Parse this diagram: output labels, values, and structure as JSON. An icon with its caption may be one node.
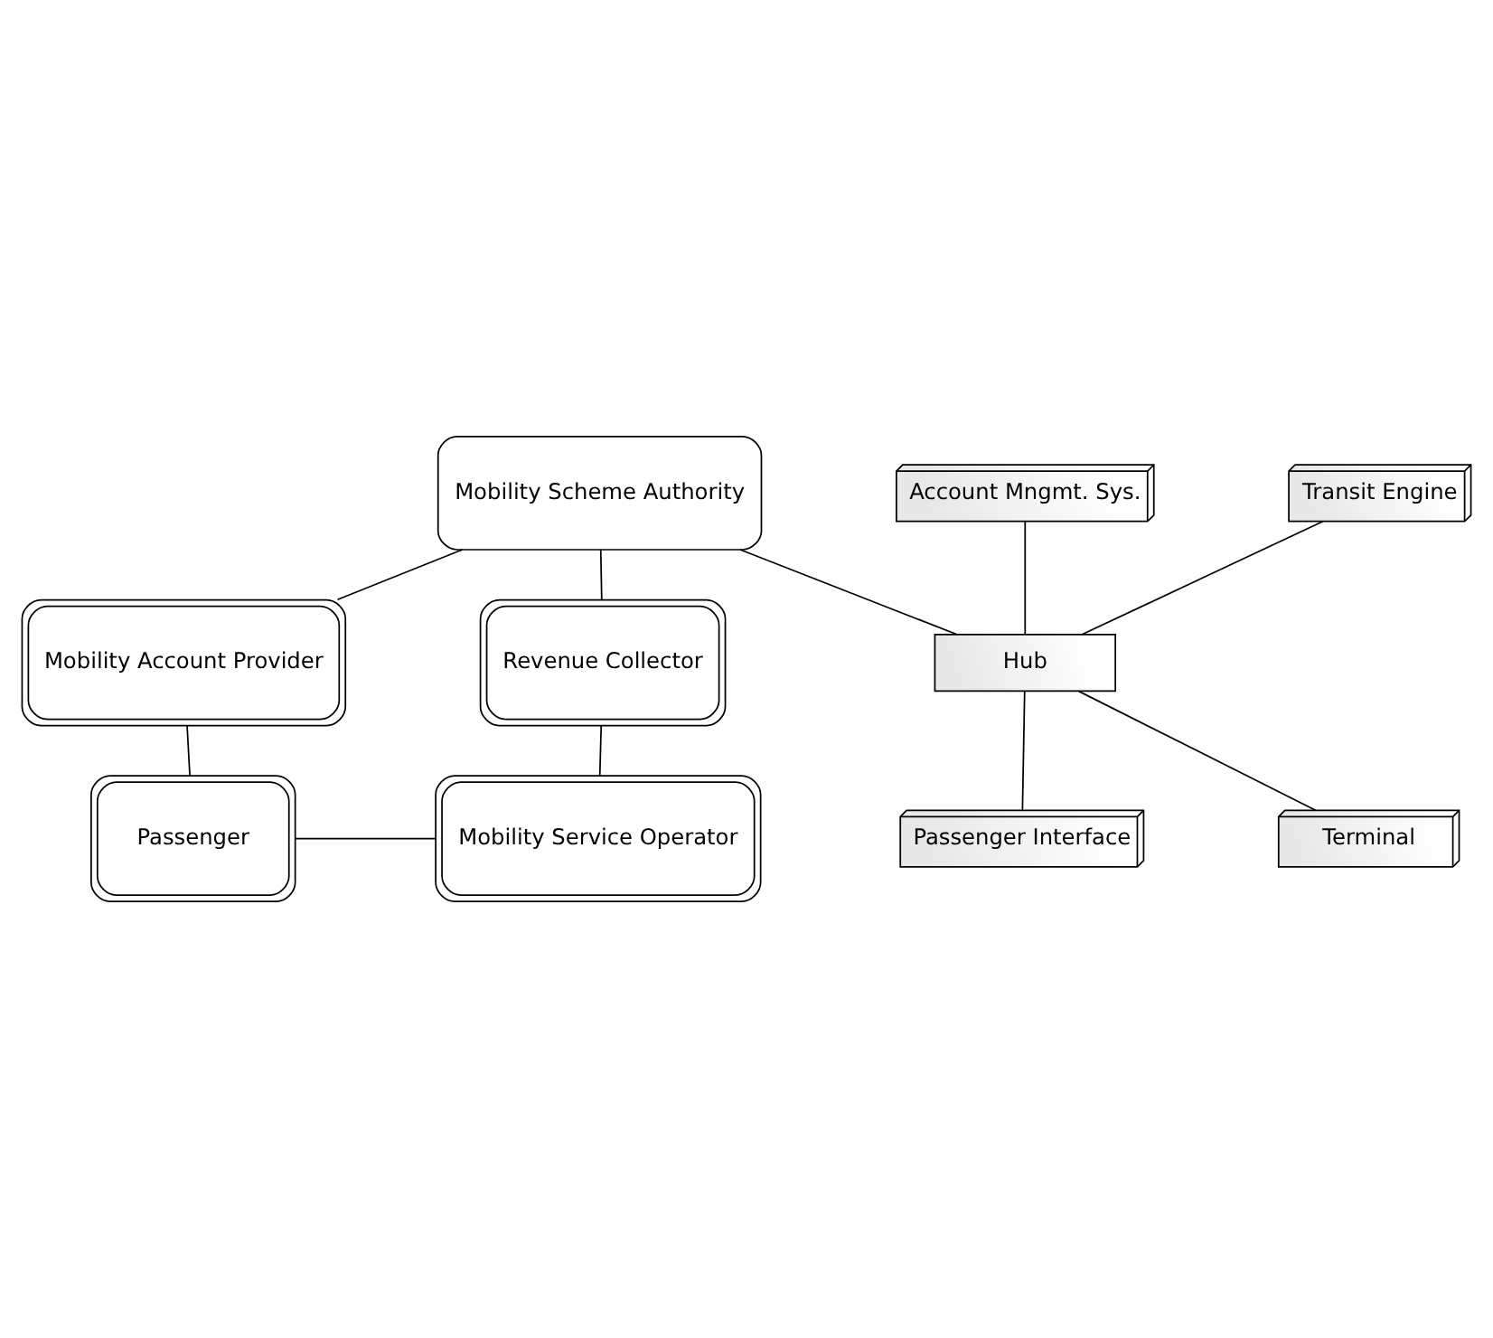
{
  "diagram": {
    "nodes": [
      {
        "text": [
          "Mobility Scheme Authority"
        ]
      },
      {
        "text": [
          "Mobility Account Provider"
        ]
      },
      {
        "text": [
          "Revenue Collector"
        ]
      },
      {
        "text": [
          "Account Mngmt. Sys."
        ]
      },
      {
        "text": [
          "Transit Engine"
        ]
      },
      {
        "text": [
          "Hub"
        ]
      },
      {
        "text": [
          "Passenger Interface"
        ]
      },
      {
        "text": [
          "Terminal"
        ]
      },
      {
        "text": [
          "Passenger"
        ]
      },
      {
        "text": [
          "Mobility Service Operator"
        ]
      }
    ],
    "edges": [
      {
        "from": 0,
        "to": 1,
        "arrow": "none"
      },
      {
        "from": 0,
        "to": 5,
        "arrow": "none"
      },
      {
        "from": 0,
        "to": 2,
        "arrow": "none"
      },
      {
        "from": 1,
        "to": 8,
        "arrow": "none"
      },
      {
        "from": 2,
        "to": 9,
        "arrow": "none"
      },
      {
        "from": 3,
        "to": 5,
        "arrow": "none"
      },
      {
        "from": 4,
        "to": 5,
        "arrow": "none"
      },
      {
        "from": 5,
        "to": 6,
        "arrow": "none"
      },
      {
        "from": 5,
        "to": 7,
        "arrow": "none"
      },
      {
        "from": 8,
        "to": 9,
        "arrow": "none"
      }
    ]
  }
}
